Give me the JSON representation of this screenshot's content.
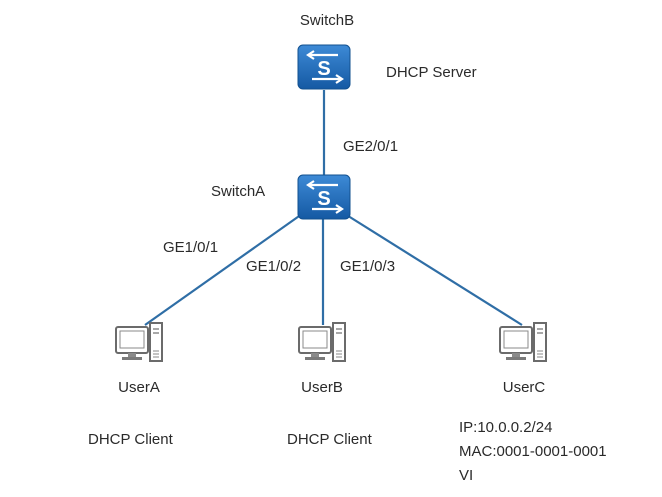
{
  "switches": {
    "switch_b": {
      "name": "SwitchB",
      "role": "DHCP Server",
      "icon": "switch-icon"
    },
    "switch_a": {
      "name": "SwitchA",
      "icon": "switch-icon"
    }
  },
  "links": {
    "uplink_port": "GE2/0/1",
    "port_a": "GE1/0/1",
    "port_b": "GE1/0/2",
    "port_c": "GE1/0/3"
  },
  "users": {
    "user_a": {
      "name": "UserA",
      "role": "DHCP Client",
      "icon": "pc-icon"
    },
    "user_b": {
      "name": "UserB",
      "role": "DHCP Client",
      "icon": "pc-icon"
    },
    "user_c": {
      "name": "UserC",
      "icon": "pc-icon",
      "ip": "IP:10.0.0.2/24",
      "mac": "MAC:0001-0001-0001",
      "truncated": "VI"
    }
  },
  "colors": {
    "switch_fill": "#1f6fb9",
    "link": "#2f6ea6",
    "pc_stroke": "#6b6b6b",
    "text": "#2a2a2a"
  }
}
